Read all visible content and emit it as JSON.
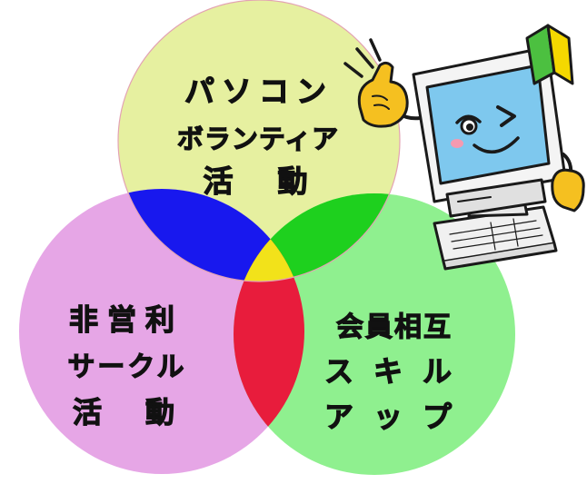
{
  "venn": {
    "top_circle": {
      "lines": [
        "パソコン",
        "ボランティア",
        "活　動"
      ],
      "fill": "#e6f0a0",
      "border": "#e3a3b3"
    },
    "left_circle": {
      "lines": [
        "非営利",
        "サークル",
        "活　動"
      ],
      "fill": "#e6a6e6"
    },
    "right_circle": {
      "lines": [
        "会員相互",
        "スキル",
        "アップ"
      ],
      "fill": "#8ff08f"
    },
    "overlaps": {
      "top_left": "#1818ee",
      "top_right": "#1ed01e",
      "left_right": "#e81c3c",
      "center": "#f2e21a"
    }
  },
  "mascot": {
    "icon": "computer-mascot-icon",
    "badge_icon": "beginner-mark-icon",
    "colors": {
      "monitor": "#f4f4f4",
      "screen": "#7ec8ee",
      "glove": "#f5c020",
      "badge_green": "#4cc040",
      "badge_yellow": "#f5d800"
    }
  }
}
